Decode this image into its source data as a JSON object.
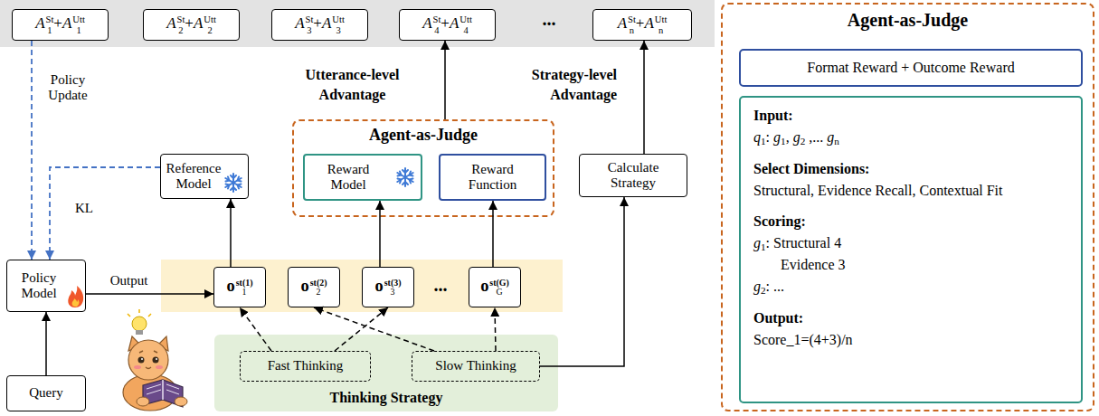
{
  "diagram": {
    "nodes": [
      {
        "text": [
          "A1St+A1Utt"
        ]
      },
      {
        "text": [
          "A2St+A2Utt"
        ]
      },
      {
        "text": [
          "A3St+A3Utt"
        ]
      },
      {
        "text": [
          "A4St+A4Utt"
        ]
      },
      {
        "text": [
          "AnSt+AnUtt"
        ]
      },
      {
        "text": [
          "Agent-as-Judge"
        ]
      },
      {
        "text": [
          "Reward Model"
        ],
        "in": 5
      },
      {
        "text": [
          "Reward Function"
        ],
        "in": 5
      },
      {
        "text": [
          "Reference Model"
        ]
      },
      {
        "text": [
          "Calculate Strategy"
        ]
      },
      {
        "text": [
          "Policy Model"
        ]
      },
      {
        "text": [
          "Query"
        ]
      },
      {
        "text": [
          "o1st(1)"
        ]
      },
      {
        "text": [
          "o2st(2)"
        ]
      },
      {
        "text": [
          "o3st(3)"
        ]
      },
      {
        "text": [
          "oGst(G)"
        ]
      },
      {
        "text": [
          "Thinking Strategy"
        ]
      },
      {
        "text": [
          "Fast Thinking"
        ],
        "in": 16
      },
      {
        "text": [
          "Slow Thinking"
        ],
        "in": 16
      },
      {
        "text": [
          "Agent-as-Judge"
        ]
      },
      {
        "text": [
          "Format Reward + Outcome Reward"
        ],
        "in": 19
      },
      {
        "text": [
          "Input:",
          "q1: g1, g2 ,... gn",
          "Select Dimensions:",
          "Structural, Evidence Recall, Contextual Fit",
          "Scoring:",
          "g1: Structural 4",
          "Evidence 3",
          "g2: ...",
          "Output:",
          "Score_1=(4+3)/n"
        ],
        "in": 19
      }
    ],
    "edges": [
      {
        "from": 0,
        "to": 10,
        "arrow": "to",
        "label": "Policy Update"
      },
      {
        "from": 8,
        "to": 10,
        "arrow": "to",
        "label": "KL"
      },
      {
        "from": 10,
        "to": 12,
        "arrow": "to",
        "label": "Output"
      },
      {
        "from": 11,
        "to": 10,
        "arrow": "to"
      },
      {
        "from": 12,
        "to": 8,
        "arrow": "to"
      },
      {
        "from": 14,
        "to": 6,
        "arrow": "to"
      },
      {
        "from": 15,
        "to": 7,
        "arrow": "to"
      },
      {
        "from": 5,
        "to": 3,
        "arrow": "to"
      },
      {
        "from": 9,
        "to": 4,
        "arrow": "to"
      },
      {
        "from": 18,
        "to": 9,
        "arrow": "to"
      },
      {
        "from": 17,
        "to": 12,
        "arrow": "to"
      },
      {
        "from": 17,
        "to": 14,
        "arrow": "to"
      },
      {
        "from": 18,
        "to": 13,
        "arrow": "to"
      },
      {
        "from": 18,
        "to": 15,
        "arrow": "to"
      }
    ],
    "labels": [
      "Utterance-level Advantage",
      "Strategy-level Advantage",
      "...",
      "..."
    ]
  }
}
